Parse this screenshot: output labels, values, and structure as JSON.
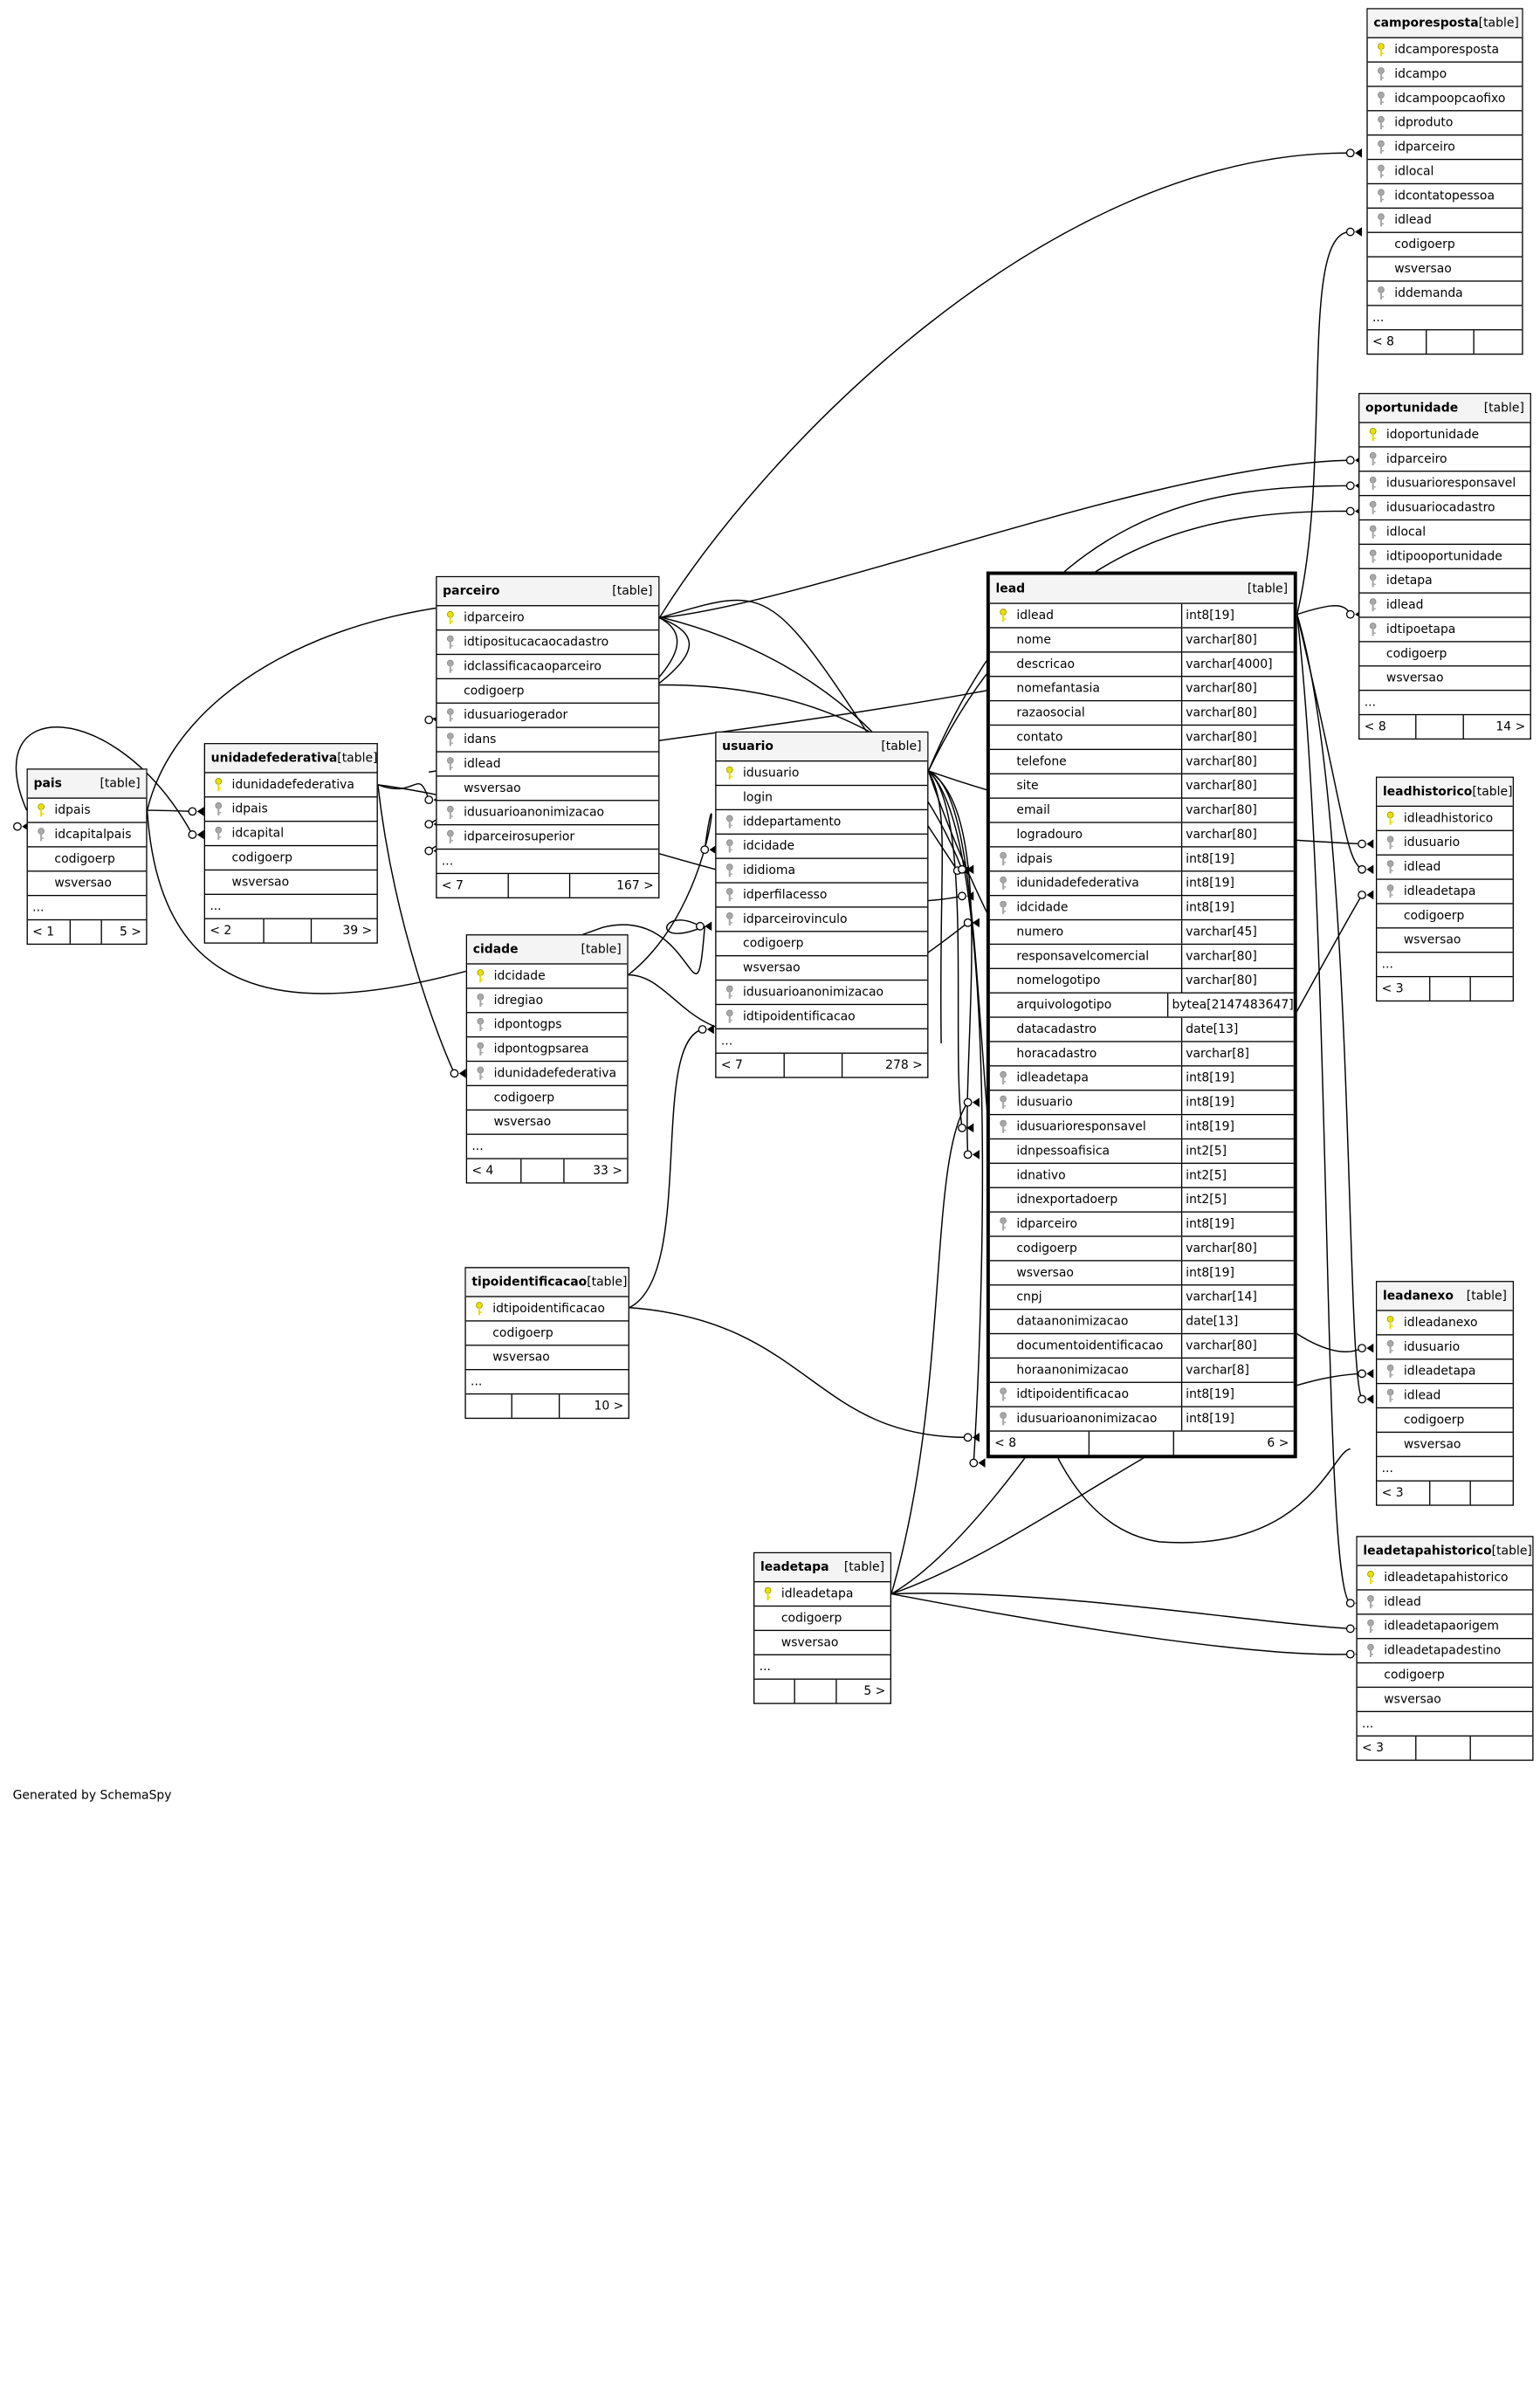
{
  "credit": "Generated by SchemaSpy",
  "tables": {
    "pais": {
      "name": "pais",
      "kind": "[table]",
      "cols": [
        {
          "n": "idpais",
          "k": "pk"
        },
        {
          "n": "idcapitalpais",
          "k": "fk"
        },
        {
          "n": "codigoerp",
          "k": ""
        },
        {
          "n": "wsversao",
          "k": ""
        }
      ],
      "ellipsis": "...",
      "footer": [
        "< 1",
        "",
        "5 >"
      ]
    },
    "unidadefederativa": {
      "name": "unidadefederativa",
      "kind": "[table]",
      "cols": [
        {
          "n": "idunidadefederativa",
          "k": "pk"
        },
        {
          "n": "idpais",
          "k": "fk"
        },
        {
          "n": "idcapital",
          "k": "fk"
        },
        {
          "n": "codigoerp",
          "k": ""
        },
        {
          "n": "wsversao",
          "k": ""
        }
      ],
      "ellipsis": "...",
      "footer": [
        "< 2",
        "",
        "39 >"
      ]
    },
    "parceiro": {
      "name": "parceiro",
      "kind": "[table]",
      "cols": [
        {
          "n": "idparceiro",
          "k": "pk"
        },
        {
          "n": "idtipositucacaocadastro",
          "k": "fk"
        },
        {
          "n": "idclassificacaoparceiro",
          "k": "fk"
        },
        {
          "n": "codigoerp",
          "k": ""
        },
        {
          "n": "idusuariogerador",
          "k": "fk"
        },
        {
          "n": "idans",
          "k": "fk"
        },
        {
          "n": "idlead",
          "k": "fk"
        },
        {
          "n": "wsversao",
          "k": ""
        },
        {
          "n": "idusuarioanonimizacao",
          "k": "fk"
        },
        {
          "n": "idparceirosuperior",
          "k": "fk"
        }
      ],
      "ellipsis": "...",
      "footer": [
        "< 7",
        "",
        "167 >"
      ]
    },
    "cidade": {
      "name": "cidade",
      "kind": "[table]",
      "cols": [
        {
          "n": "idcidade",
          "k": "pk"
        },
        {
          "n": "idregiao",
          "k": "fk"
        },
        {
          "n": "idpontogps",
          "k": "fk"
        },
        {
          "n": "idpontogpsarea",
          "k": "fk"
        },
        {
          "n": "idunidadefederativa",
          "k": "fk"
        },
        {
          "n": "codigoerp",
          "k": ""
        },
        {
          "n": "wsversao",
          "k": ""
        }
      ],
      "ellipsis": "...",
      "footer": [
        "< 4",
        "",
        "33 >"
      ]
    },
    "tipoidentificacao": {
      "name": "tipoidentificacao",
      "kind": "[table]",
      "cols": [
        {
          "n": "idtipoidentificacao",
          "k": "pk"
        },
        {
          "n": "codigoerp",
          "k": ""
        },
        {
          "n": "wsversao",
          "k": ""
        }
      ],
      "ellipsis": "...",
      "footer": [
        "",
        "",
        "10 >"
      ]
    },
    "usuario": {
      "name": "usuario",
      "kind": "[table]",
      "cols": [
        {
          "n": "idusuario",
          "k": "pk"
        },
        {
          "n": "login",
          "k": ""
        },
        {
          "n": "iddepartamento",
          "k": "fk"
        },
        {
          "n": "idcidade",
          "k": "fk"
        },
        {
          "n": "ididioma",
          "k": "fk"
        },
        {
          "n": "idperfilacesso",
          "k": "fk"
        },
        {
          "n": "idparceirovinculo",
          "k": "fk"
        },
        {
          "n": "codigoerp",
          "k": ""
        },
        {
          "n": "wsversao",
          "k": ""
        },
        {
          "n": "idusuarioanonimizacao",
          "k": "fk"
        },
        {
          "n": "idtipoidentificacao",
          "k": "fk"
        }
      ],
      "ellipsis": "...",
      "footer": [
        "< 7",
        "",
        "278 >"
      ]
    },
    "leadetapa": {
      "name": "leadetapa",
      "kind": "[table]",
      "cols": [
        {
          "n": "idleadetapa",
          "k": "pk"
        },
        {
          "n": "codigoerp",
          "k": ""
        },
        {
          "n": "wsversao",
          "k": ""
        }
      ],
      "ellipsis": "...",
      "footer": [
        "",
        "",
        "5 >"
      ]
    },
    "lead": {
      "name": "lead",
      "kind": "[table]",
      "cols": [
        {
          "n": "idlead",
          "k": "pk",
          "t": "int8[19]"
        },
        {
          "n": "nome",
          "k": "",
          "t": "varchar[80]"
        },
        {
          "n": "descricao",
          "k": "",
          "t": "varchar[4000]"
        },
        {
          "n": "nomefantasia",
          "k": "",
          "t": "varchar[80]"
        },
        {
          "n": "razaosocial",
          "k": "",
          "t": "varchar[80]"
        },
        {
          "n": "contato",
          "k": "",
          "t": "varchar[80]"
        },
        {
          "n": "telefone",
          "k": "",
          "t": "varchar[80]"
        },
        {
          "n": "site",
          "k": "",
          "t": "varchar[80]"
        },
        {
          "n": "email",
          "k": "",
          "t": "varchar[80]"
        },
        {
          "n": "logradouro",
          "k": "",
          "t": "varchar[80]"
        },
        {
          "n": "idpais",
          "k": "fk",
          "t": "int8[19]"
        },
        {
          "n": "idunidadefederativa",
          "k": "fk",
          "t": "int8[19]"
        },
        {
          "n": "idcidade",
          "k": "fk",
          "t": "int8[19]"
        },
        {
          "n": "numero",
          "k": "",
          "t": "varchar[45]"
        },
        {
          "n": "responsavelcomercial",
          "k": "",
          "t": "varchar[80]"
        },
        {
          "n": "nomelogotipo",
          "k": "",
          "t": "varchar[80]"
        },
        {
          "n": "arquivologotipo",
          "k": "",
          "t": "bytea[2147483647]"
        },
        {
          "n": "datacadastro",
          "k": "",
          "t": "date[13]"
        },
        {
          "n": "horacadastro",
          "k": "",
          "t": "varchar[8]"
        },
        {
          "n": "idleadetapa",
          "k": "fk",
          "t": "int8[19]"
        },
        {
          "n": "idusuario",
          "k": "fk",
          "t": "int8[19]"
        },
        {
          "n": "idusuarioresponsavel",
          "k": "fk",
          "t": "int8[19]"
        },
        {
          "n": "idnpessoafisica",
          "k": "",
          "t": "int2[5]"
        },
        {
          "n": "idnativo",
          "k": "",
          "t": "int2[5]"
        },
        {
          "n": "idnexportadoerp",
          "k": "",
          "t": "int2[5]"
        },
        {
          "n": "idparceiro",
          "k": "fk",
          "t": "int8[19]"
        },
        {
          "n": "codigoerp",
          "k": "",
          "t": "varchar[80]"
        },
        {
          "n": "wsversao",
          "k": "",
          "t": "int8[19]"
        },
        {
          "n": "cnpj",
          "k": "",
          "t": "varchar[14]"
        },
        {
          "n": "dataanonimizacao",
          "k": "",
          "t": "date[13]"
        },
        {
          "n": "documentoidentificacao",
          "k": "",
          "t": "varchar[80]"
        },
        {
          "n": "horaanonimizacao",
          "k": "",
          "t": "varchar[8]"
        },
        {
          "n": "idtipoidentificacao",
          "k": "fk",
          "t": "int8[19]"
        },
        {
          "n": "idusuarioanonimizacao",
          "k": "fk",
          "t": "int8[19]"
        }
      ],
      "footer": [
        "< 8",
        "",
        "6 >"
      ]
    },
    "camporesposta": {
      "name": "camporesposta",
      "kind": "[table]",
      "cols": [
        {
          "n": "idcamporesposta",
          "k": "pk"
        },
        {
          "n": "idcampo",
          "k": "fk"
        },
        {
          "n": "idcampoopcaofixo",
          "k": "fk"
        },
        {
          "n": "idproduto",
          "k": "fk"
        },
        {
          "n": "idparceiro",
          "k": "fk"
        },
        {
          "n": "idlocal",
          "k": "fk"
        },
        {
          "n": "idcontatopessoa",
          "k": "fk"
        },
        {
          "n": "idlead",
          "k": "fk"
        },
        {
          "n": "codigoerp",
          "k": ""
        },
        {
          "n": "wsversao",
          "k": ""
        },
        {
          "n": "iddemanda",
          "k": "fk"
        }
      ],
      "ellipsis": "...",
      "footer": [
        "< 8",
        "",
        ""
      ]
    },
    "oportunidade": {
      "name": "oportunidade",
      "kind": "[table]",
      "cols": [
        {
          "n": "idoportunidade",
          "k": "pk"
        },
        {
          "n": "idparceiro",
          "k": "fk"
        },
        {
          "n": "idusuarioresponsavel",
          "k": "fk"
        },
        {
          "n": "idusuariocadastro",
          "k": "fk"
        },
        {
          "n": "idlocal",
          "k": "fk"
        },
        {
          "n": "idtipooportunidade",
          "k": "fk"
        },
        {
          "n": "idetapa",
          "k": "fk"
        },
        {
          "n": "idlead",
          "k": "fk"
        },
        {
          "n": "idtipoetapa",
          "k": "fk"
        },
        {
          "n": "codigoerp",
          "k": ""
        },
        {
          "n": "wsversao",
          "k": ""
        }
      ],
      "ellipsis": "...",
      "footer": [
        "< 8",
        "",
        "14 >"
      ]
    },
    "leadhistorico": {
      "name": "leadhistorico",
      "kind": "[table]",
      "cols": [
        {
          "n": "idleadhistorico",
          "k": "pk"
        },
        {
          "n": "idusuario",
          "k": "fk"
        },
        {
          "n": "idlead",
          "k": "fk"
        },
        {
          "n": "idleadetapa",
          "k": "fk"
        },
        {
          "n": "codigoerp",
          "k": ""
        },
        {
          "n": "wsversao",
          "k": ""
        }
      ],
      "ellipsis": "...",
      "footer": [
        "< 3",
        "",
        ""
      ]
    },
    "leadanexo": {
      "name": "leadanexo",
      "kind": "[table]",
      "cols": [
        {
          "n": "idleadanexo",
          "k": "pk"
        },
        {
          "n": "idusuario",
          "k": "fk"
        },
        {
          "n": "idleadetapa",
          "k": "fk"
        },
        {
          "n": "idlead",
          "k": "fk"
        },
        {
          "n": "codigoerp",
          "k": ""
        },
        {
          "n": "wsversao",
          "k": ""
        }
      ],
      "ellipsis": "...",
      "footer": [
        "< 3",
        "",
        ""
      ]
    },
    "leadetapahistorico": {
      "name": "leadetapahistorico",
      "kind": "[table]",
      "cols": [
        {
          "n": "idleadetapahistorico",
          "k": "pk"
        },
        {
          "n": "idlead",
          "k": "fk"
        },
        {
          "n": "idleadetapaorigem",
          "k": "fk"
        },
        {
          "n": "idleadetapadestino",
          "k": "fk"
        },
        {
          "n": "codigoerp",
          "k": ""
        },
        {
          "n": "wsversao",
          "k": ""
        }
      ],
      "ellipsis": "...",
      "footer": [
        "< 3",
        "",
        ""
      ]
    }
  },
  "colors": {
    "pk_key": "#e8e000",
    "fk_key": "#a8a8a8",
    "header_bg": "#f4f4f4",
    "line": "#000000"
  }
}
